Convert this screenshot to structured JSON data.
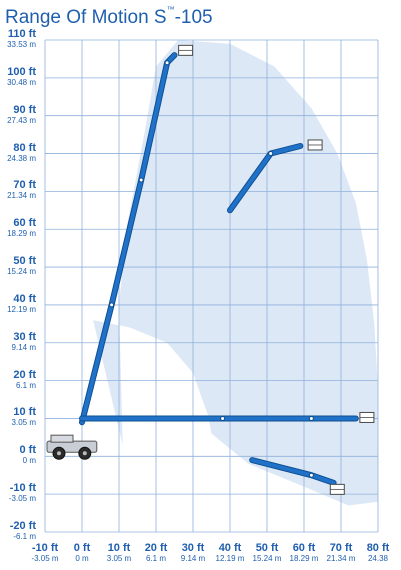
{
  "title": {
    "main": "Range Of Motion S",
    "tm": "™",
    "model": "-105"
  },
  "colors": {
    "grid": "#8fb0dc",
    "envelope": "#dde8f6",
    "boom": "#1f72c8",
    "boom_dark": "#0f4f93",
    "label": "#1f5fae"
  },
  "y_axis": [
    {
      "ft": "110 ft",
      "m": "33.53 m",
      "value": 110
    },
    {
      "ft": "100 ft",
      "m": "30.48 m",
      "value": 100
    },
    {
      "ft": "90 ft",
      "m": "27.43 m",
      "value": 90
    },
    {
      "ft": "80 ft",
      "m": "24.38 m",
      "value": 80
    },
    {
      "ft": "70 ft",
      "m": "21.34 m",
      "value": 70
    },
    {
      "ft": "60 ft",
      "m": "18.29 m",
      "value": 60
    },
    {
      "ft": "50 ft",
      "m": "15.24 m",
      "value": 50
    },
    {
      "ft": "40 ft",
      "m": "12.19 m",
      "value": 40
    },
    {
      "ft": "30 ft",
      "m": "9.14 m",
      "value": 30
    },
    {
      "ft": "20 ft",
      "m": "6.1 m",
      "value": 20
    },
    {
      "ft": "10 ft",
      "m": "3.05 m",
      "value": 10
    },
    {
      "ft": "0 ft",
      "m": "0 m",
      "value": 0
    },
    {
      "ft": "-10 ft",
      "m": "-3.05 m",
      "value": -10
    },
    {
      "ft": "-20 ft",
      "m": "-6.1 m",
      "value": -20
    }
  ],
  "x_axis": [
    {
      "ft": "-10 ft",
      "m": "-3.05 m",
      "value": -10
    },
    {
      "ft": "0 ft",
      "m": "0 m",
      "value": 0
    },
    {
      "ft": "10 ft",
      "m": "3.05 m",
      "value": 10
    },
    {
      "ft": "20 ft",
      "m": "6.1 m",
      "value": 20
    },
    {
      "ft": "30 ft",
      "m": "9.14 m",
      "value": 30
    },
    {
      "ft": "40 ft",
      "m": "12.19 m",
      "value": 40
    },
    {
      "ft": "50 ft",
      "m": "15.24 m",
      "value": 50
    },
    {
      "ft": "60 ft",
      "m": "18.29 m",
      "value": 60
    },
    {
      "ft": "70 ft",
      "m": "21.34 m",
      "value": 70
    },
    {
      "ft": "80 ft",
      "m": "24.38"
    }
  ],
  "range": {
    "x": [
      -10,
      80
    ],
    "y": [
      -20,
      110
    ]
  },
  "envelope_outline": [
    [
      11,
      3
    ],
    [
      10,
      40
    ],
    [
      12,
      60
    ],
    [
      17,
      86
    ],
    [
      20,
      103
    ],
    [
      26,
      110
    ],
    [
      40,
      109
    ],
    [
      52,
      103
    ],
    [
      62,
      92
    ],
    [
      69,
      80
    ],
    [
      74,
      67
    ],
    [
      77,
      52
    ],
    [
      79,
      35
    ],
    [
      80,
      18
    ],
    [
      80,
      -12
    ],
    [
      72,
      -13
    ],
    [
      60,
      -8
    ],
    [
      45,
      -2
    ],
    [
      35,
      6
    ],
    [
      34,
      11
    ],
    [
      30,
      22
    ],
    [
      23,
      30
    ],
    [
      13,
      34
    ],
    [
      3,
      36
    ]
  ],
  "booms": [
    {
      "name": "vertical",
      "segments": [
        [
          0,
          9
        ],
        [
          8,
          40
        ],
        [
          16,
          73
        ],
        [
          23,
          104
        ],
        [
          25,
          106
        ]
      ],
      "basket": [
        28,
        107
      ]
    },
    {
      "name": "angled-up",
      "segments": [
        [
          40,
          65
        ],
        [
          51,
          80
        ],
        [
          59,
          82
        ]
      ],
      "basket": [
        63,
        82
      ]
    },
    {
      "name": "horizontal",
      "segments": [
        [
          0,
          10
        ],
        [
          38,
          10
        ],
        [
          62,
          10
        ],
        [
          74,
          10
        ]
      ],
      "basket": [
        77,
        10
      ]
    },
    {
      "name": "below-grade",
      "segments": [
        [
          46,
          -1
        ],
        [
          62,
          -5
        ],
        [
          68,
          -7
        ]
      ],
      "basket": [
        69,
        -9
      ]
    }
  ],
  "machine": {
    "x": [
      -10,
      4
    ],
    "y": [
      4,
      0
    ]
  }
}
